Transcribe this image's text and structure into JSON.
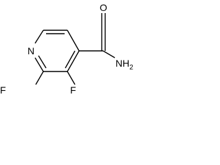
{
  "molecule": {
    "atoms": {
      "ring_nitrogen": "N",
      "fluorine_c6": "F",
      "fluorine_c4": "F",
      "carbonyl_oxygen": "O",
      "amide_nitrogen": "NH",
      "amide_hydrogen_count": "2"
    }
  }
}
